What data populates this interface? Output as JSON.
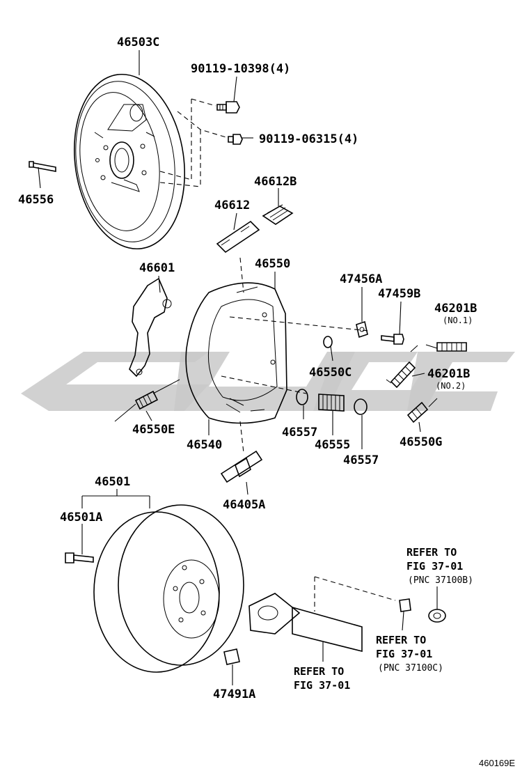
{
  "diagram": {
    "drawing_code": "460169E",
    "watermark": "watermark-logo",
    "labels": [
      {
        "id": "bp",
        "text": "46503C"
      },
      {
        "id": "bolt1",
        "text": "90119-10398(4)"
      },
      {
        "id": "bolt2",
        "text": "90119-06315(4)"
      },
      {
        "id": "pin",
        "text": "46556"
      },
      {
        "id": "shimB",
        "text": "46612B"
      },
      {
        "id": "shim",
        "text": "46612"
      },
      {
        "id": "lever",
        "text": "46601"
      },
      {
        "id": "shoe",
        "text": "46550"
      },
      {
        "id": "w1",
        "text": "47456A"
      },
      {
        "id": "w2",
        "text": "47459B"
      },
      {
        "id": "spr1",
        "text": "46201B"
      },
      {
        "id": "spr1n",
        "text": "(NO.1)"
      },
      {
        "id": "clip",
        "text": "46550C"
      },
      {
        "id": "spr2",
        "text": "46201B"
      },
      {
        "id": "spr2n",
        "text": "(NO.2)"
      },
      {
        "id": "sprE",
        "text": "46550E"
      },
      {
        "id": "shoeset",
        "text": "46540"
      },
      {
        "id": "cupA",
        "text": "46557"
      },
      {
        "id": "comp",
        "text": "46555"
      },
      {
        "id": "cupB",
        "text": "46557"
      },
      {
        "id": "sprG",
        "text": "46550G"
      },
      {
        "id": "adj",
        "text": "46405A"
      },
      {
        "id": "drum",
        "text": "46501"
      },
      {
        "id": "stud",
        "text": "46501A"
      },
      {
        "id": "nut",
        "text": "47491A"
      }
    ],
    "refs": [
      {
        "id": "ref1",
        "line1": "REFER TO",
        "line2": "FIG 37-01",
        "line3": "(PNC 37100B)"
      },
      {
        "id": "ref2",
        "line1": "REFER TO",
        "line2": "FIG 37-01",
        "line3": "(PNC 37100C)"
      },
      {
        "id": "ref3",
        "line1": "REFER TO",
        "line2": "FIG 37-01"
      }
    ]
  }
}
